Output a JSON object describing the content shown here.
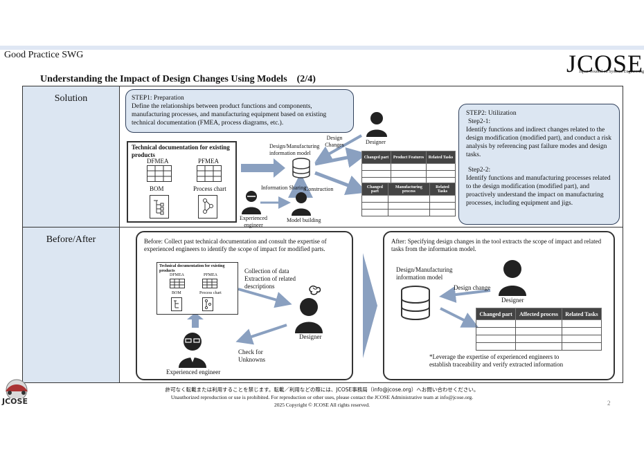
{
  "header": {
    "swg": "Good Practice SWG",
    "title": "Understanding the Impact of Design Changes Using Models　(2/4)",
    "logo_main": "JCOSE",
    "logo_sub": "Japan Council on Systems Engineering"
  },
  "rows": {
    "solution": "Solution",
    "before_after": "Before/After"
  },
  "step1": {
    "heading": "STEP1: Preparation",
    "body": "Define the relationships between product functions and components, manufacturing processes, and manufacturing equipment based on existing technical documentation (FMEA, process diagrams, etc.)."
  },
  "step2": {
    "heading": "STEP2: Utilization",
    "s21_label": "Step2-1:",
    "s21_body": "Identify functions and indirect changes related to the design modification (modified part), and conduct a risk analysis by referencing past failure modes and design tasks.",
    "s22_label": "Step2-2:",
    "s22_body": "Identify functions and manufacturing processes related to the design modification (modified part), and proactively understand the impact on manufacturing processes, including equipment and jigs."
  },
  "solution_diagram": {
    "tech_title": "Technical documentation for existing products",
    "dfmea": "DFMEA",
    "pfmea": "PFMEA",
    "bom": "BOM",
    "process_chart": "Process chart",
    "model_label": "Design/Manufacturing information model",
    "design_changes": "Design Changes",
    "designer": "Designer",
    "info_sharing": "Information Sharing",
    "construction": "Construction",
    "experienced_engineer": "Experienced engineer",
    "model_building": "Model building",
    "table1_headers": [
      "Changed part",
      "Product Features",
      "Related Tasks"
    ],
    "table2_headers": [
      "Changed part",
      "Manufacturing process",
      "Related Tasks"
    ]
  },
  "before": {
    "text": "Before: Collect past technical documentation and consult the expertise of experienced engineers to identify the scope of impact for modified parts.",
    "tech_title": "Technical documentation for existing products",
    "dfmea": "DFMEA",
    "pfmea": "PFMEA",
    "bom": "BOM",
    "process_chart": "Process chart",
    "collection": "Collection of data Extraction of related descriptions",
    "designer": "Designer",
    "check": "Check for Unknowns",
    "experienced_engineer": "Experienced engineer"
  },
  "after": {
    "text": "After: Specifying design changes in the tool extracts the scope of impact and related tasks from the information model.",
    "model_label": "Design/Manufacturing information model",
    "design_change": "Design change",
    "designer": "Designer",
    "table_headers": [
      "Changed part",
      "Affected process",
      "Related Tasks"
    ],
    "note": "*Leverage the expertise of experienced engineers to establish traceability and verify extracted information"
  },
  "footer": {
    "jp": "許可なく転載または利用することを禁じます。転載／利用などの際には、JCOSE事務局（info@jcose.org）へお問い合わせください。",
    "en": "Unauthorized reproduction or use is prohibited.  For reproduction or other uses, please contact the JCOSE Administrative team at info@jcose.org.",
    "copyright": "2025 Copyright © JCOSE All rights reserved.",
    "page": "2",
    "badge": "JCOSE"
  },
  "colors": {
    "panel_fill": "#dce6f2",
    "arrow": "#8aa0c0",
    "table_header": "#444444"
  }
}
